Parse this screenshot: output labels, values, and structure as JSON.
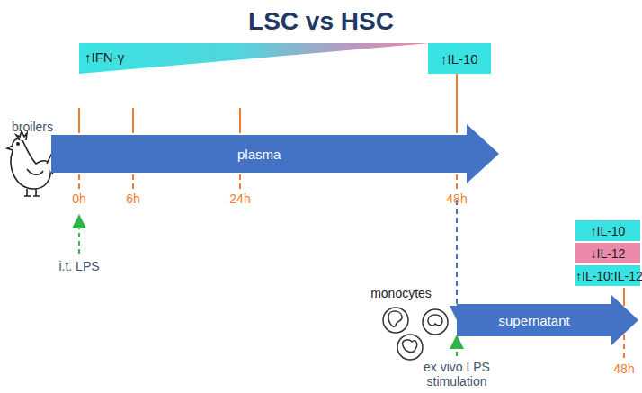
{
  "diagram": {
    "title": "LSC vs HSC",
    "nodes": [
      {
        "text": [
          "↑IFN-γ"
        ]
      },
      {
        "text": [
          "↑IL-10"
        ]
      },
      {
        "text": [
          "plasma"
        ]
      },
      {
        "text": [
          "↑IL-10"
        ]
      },
      {
        "text": [
          "↓IL-12"
        ]
      },
      {
        "text": [
          "↑IL-10:IL-12"
        ]
      },
      {
        "text": [
          "supernatant"
        ]
      }
    ],
    "labels": [
      "broilers",
      "0h",
      "6h",
      "24h",
      "48h",
      "i.t. LPS",
      "monocytes",
      "ex vivo LPS stimulation",
      "48h"
    ]
  }
}
